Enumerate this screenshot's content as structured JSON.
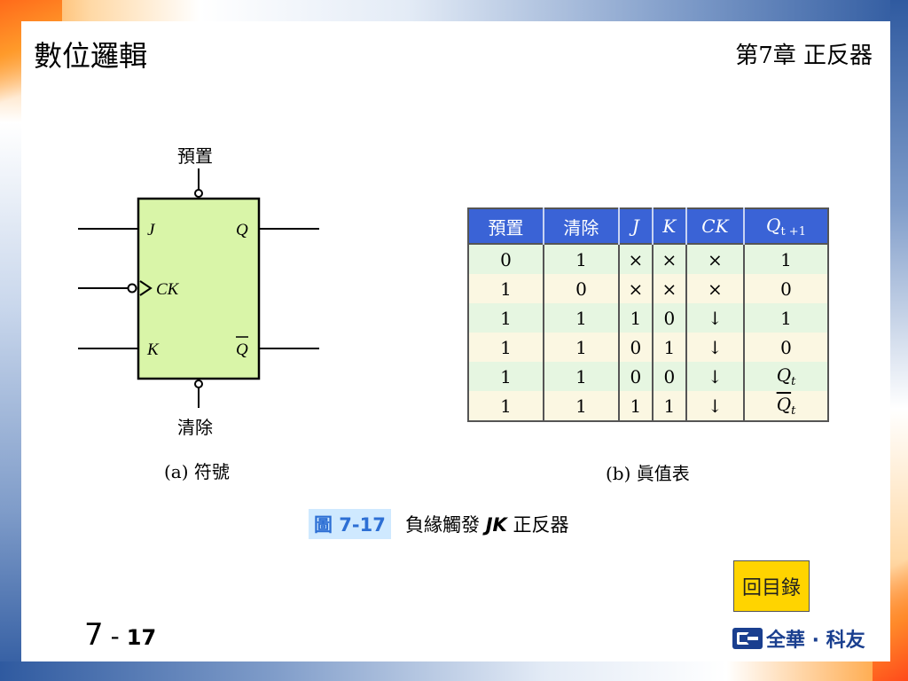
{
  "header": {
    "book_title": "數位邏輯",
    "chapter_title": "第7章 正反器"
  },
  "symbol": {
    "preset_label": "預置",
    "clear_label": "清除",
    "pin_j": "J",
    "pin_ck": "CK",
    "pin_k": "K",
    "pin_q": "Q",
    "pin_qbar": "Q",
    "caption": "(a) 符號",
    "fill_color": "#d9f5a8"
  },
  "truth_table": {
    "caption": "(b) 眞值表",
    "headers": [
      "預置",
      "清除",
      "J",
      "K",
      "CK",
      "Q"
    ],
    "q_subscript": "t +1",
    "rows": [
      [
        "0",
        "1",
        "×",
        "×",
        "×",
        "1"
      ],
      [
        "1",
        "0",
        "×",
        "×",
        "×",
        "0"
      ],
      [
        "1",
        "1",
        "1",
        "0",
        "↓",
        "1"
      ],
      [
        "1",
        "1",
        "0",
        "1",
        "↓",
        "0"
      ],
      [
        "1",
        "1",
        "0",
        "0",
        "↓",
        "Q"
      ],
      [
        "1",
        "1",
        "1",
        "1",
        "↓",
        "Q"
      ]
    ],
    "last_subscripts": [
      "t",
      "t"
    ],
    "header_color": "#3a63d6"
  },
  "figure": {
    "number": "圖 7-17",
    "title_prefix": "負緣觸發",
    "title_jk": "JK",
    "title_suffix": "正反器"
  },
  "nav": {
    "toc_label": "回目錄"
  },
  "footer": {
    "page_chapter": "7",
    "page_sep": "-",
    "page_number": "17",
    "publisher": "全華 · 科友"
  }
}
